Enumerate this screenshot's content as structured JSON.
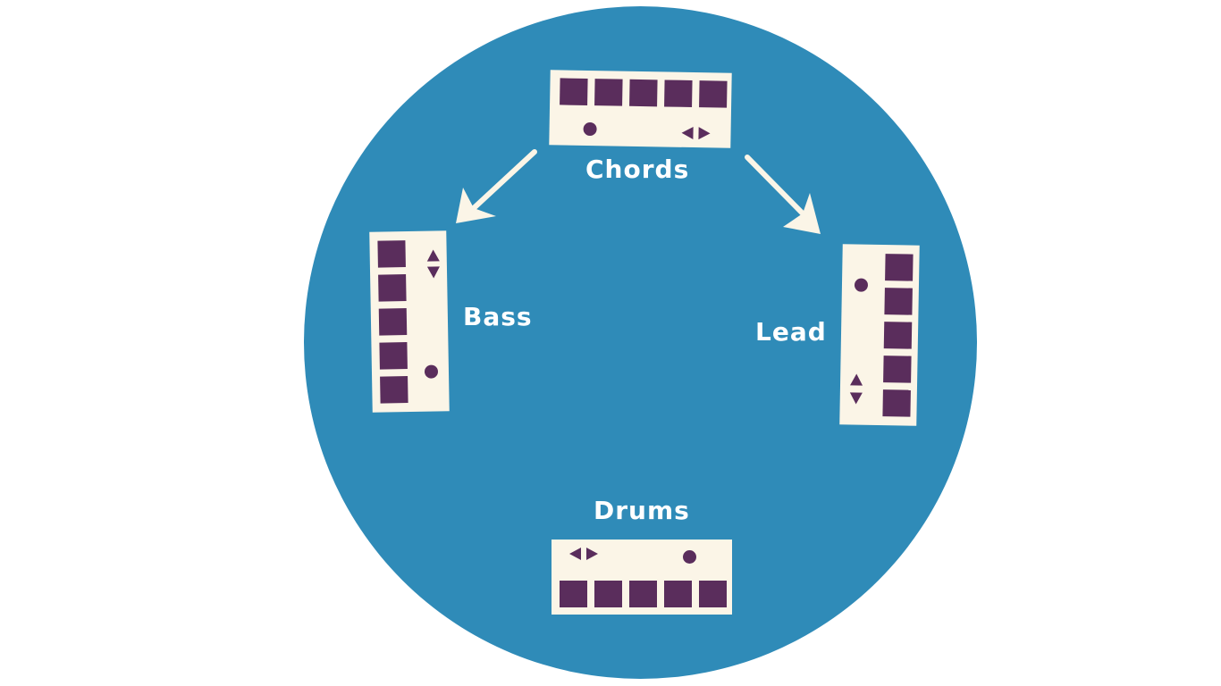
{
  "colors": {
    "background": "#ffffff",
    "circle": "#2f8bb8",
    "panel": "#fbf5e7",
    "pad": "#5a2d5c",
    "arrow": "#fbf5e7",
    "label": "#ffffff"
  },
  "stations": {
    "chords": {
      "label": "Chords",
      "pad_count": 5
    },
    "bass": {
      "label": "Bass",
      "pad_count": 5
    },
    "lead": {
      "label": "Lead",
      "pad_count": 5
    },
    "drums": {
      "label": "Drums",
      "pad_count": 5
    }
  },
  "connections": [
    {
      "from": "chords",
      "to": "bass"
    },
    {
      "from": "chords",
      "to": "lead"
    }
  ]
}
